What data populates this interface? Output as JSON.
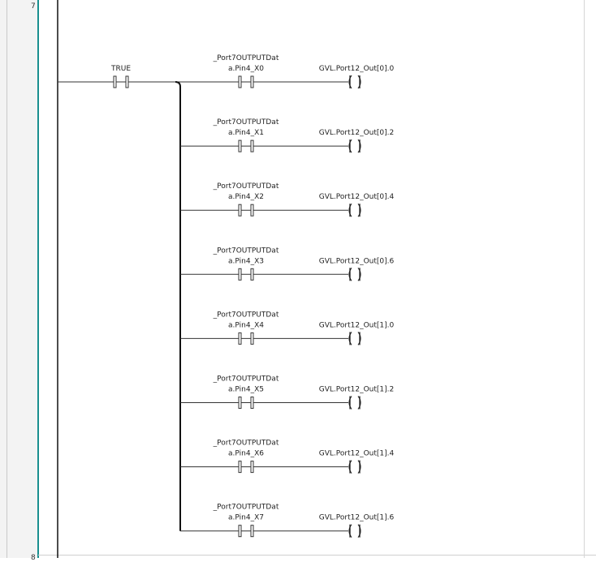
{
  "editor": {
    "rung_numbers": [
      "7",
      "8"
    ]
  },
  "rung": {
    "main_contact": {
      "label": "TRUE"
    },
    "branches": [
      {
        "contact_line1": "_Port7OUTPUTDat",
        "contact_line2": "a.Pin4_X0",
        "coil": "GVL.Port12_Out[0].0"
      },
      {
        "contact_line1": "_Port7OUTPUTDat",
        "contact_line2": "a.Pin4_X1",
        "coil": "GVL.Port12_Out[0].2"
      },
      {
        "contact_line1": "_Port7OUTPUTDat",
        "contact_line2": "a.Pin4_X2",
        "coil": "GVL.Port12_Out[0].4"
      },
      {
        "contact_line1": "_Port7OUTPUTDat",
        "contact_line2": "a.Pin4_X3",
        "coil": "GVL.Port12_Out[0].6"
      },
      {
        "contact_line1": "_Port7OUTPUTDat",
        "contact_line2": "a.Pin4_X4",
        "coil": "GVL.Port12_Out[1].0"
      },
      {
        "contact_line1": "_Port7OUTPUTDat",
        "contact_line2": "a.Pin4_X5",
        "coil": "GVL.Port12_Out[1].2"
      },
      {
        "contact_line1": "_Port7OUTPUTDat",
        "contact_line2": "a.Pin4_X6",
        "coil": "GVL.Port12_Out[1].4"
      },
      {
        "contact_line1": "_Port7OUTPUTDat",
        "contact_line2": "a.Pin4_X7",
        "coil": "GVL.Port12_Out[1].6"
      }
    ]
  },
  "colors": {
    "gutter_line": "#1a8f8f",
    "wire": "#333333"
  }
}
